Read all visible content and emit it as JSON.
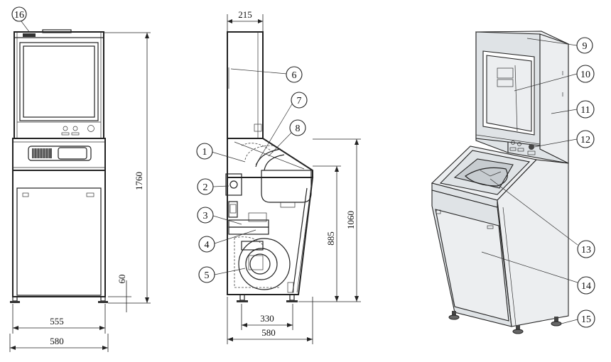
{
  "front_view": {
    "height_dim": "1760",
    "foot_dim": "60",
    "inner_width_dim": "555",
    "outer_width_dim": "580"
  },
  "side_view": {
    "top_dim": "215",
    "basin_height_dim": "1060",
    "inner_height_dim": "885",
    "base_dim": "330",
    "width_dim": "580"
  },
  "callouts": {
    "c1": "1",
    "c2": "2",
    "c3": "3",
    "c4": "4",
    "c5": "5",
    "c6": "6",
    "c7": "7",
    "c8": "8",
    "c9": "9",
    "c10": "10",
    "c11": "11",
    "c12": "12",
    "c13": "13",
    "c14": "14",
    "c15": "15",
    "c16": "16"
  }
}
